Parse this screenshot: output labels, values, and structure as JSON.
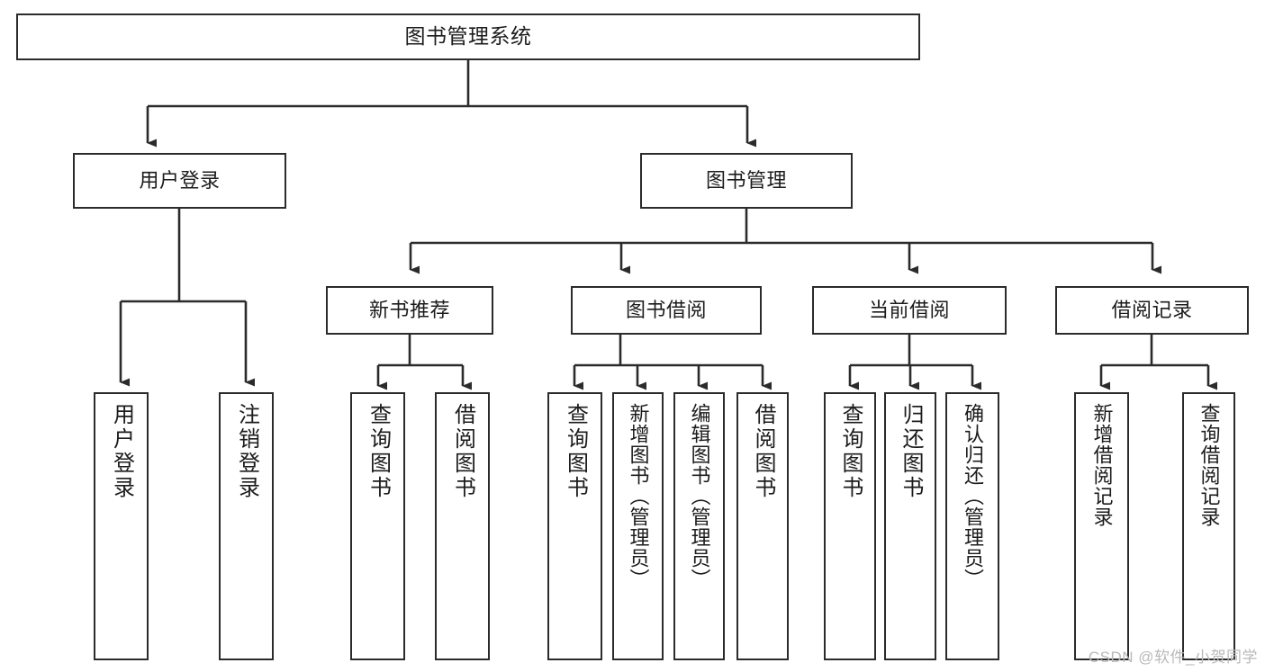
{
  "diagram": {
    "type": "tree-hierarchy",
    "title": "图书管理系统",
    "root": {
      "id": "root",
      "label": "图书管理系统",
      "orientation": "horizontal"
    },
    "level2": [
      {
        "id": "user-login",
        "label": "用户登录",
        "orientation": "horizontal"
      },
      {
        "id": "book-manage",
        "label": "图书管理",
        "orientation": "horizontal"
      }
    ],
    "level3": [
      {
        "id": "new-book-rec",
        "label": "新书推荐",
        "orientation": "horizontal",
        "parent": "book-manage"
      },
      {
        "id": "book-borrow",
        "label": "图书借阅",
        "orientation": "horizontal",
        "parent": "book-manage"
      },
      {
        "id": "current-borrow",
        "label": "当前借阅",
        "orientation": "horizontal",
        "parent": "book-manage"
      },
      {
        "id": "borrow-record",
        "label": "借阅记录",
        "orientation": "horizontal",
        "parent": "book-manage"
      }
    ],
    "leaves": [
      {
        "id": "leaf-user-login",
        "label": "用户登录",
        "parent": "user-login",
        "orientation": "vertical"
      },
      {
        "id": "leaf-user-logout",
        "label": "注销登录",
        "parent": "user-login",
        "orientation": "vertical"
      },
      {
        "id": "leaf-query-book-1",
        "label": "查询图书",
        "parent": "new-book-rec",
        "orientation": "vertical"
      },
      {
        "id": "leaf-borrow-book-1",
        "label": "借阅图书",
        "parent": "new-book-rec",
        "orientation": "vertical"
      },
      {
        "id": "leaf-query-book-2",
        "label": "查询图书",
        "parent": "book-borrow",
        "orientation": "vertical"
      },
      {
        "id": "leaf-add-book",
        "label": "新增图书（管理员）",
        "parent": "book-borrow",
        "orientation": "vertical"
      },
      {
        "id": "leaf-edit-book",
        "label": "编辑图书（管理员）",
        "parent": "book-borrow",
        "orientation": "vertical"
      },
      {
        "id": "leaf-borrow-book-2",
        "label": "借阅图书",
        "parent": "book-borrow",
        "orientation": "vertical"
      },
      {
        "id": "leaf-query-book-3",
        "label": "查询图书",
        "parent": "current-borrow",
        "orientation": "vertical"
      },
      {
        "id": "leaf-return-book",
        "label": "归还图书",
        "parent": "current-borrow",
        "orientation": "vertical"
      },
      {
        "id": "leaf-confirm-return",
        "label": "确认归还（管理员）",
        "parent": "current-borrow",
        "orientation": "vertical"
      },
      {
        "id": "leaf-add-record",
        "label": "新增借阅记录",
        "parent": "borrow-record",
        "orientation": "vertical"
      },
      {
        "id": "leaf-query-record",
        "label": "查询借阅记录",
        "parent": "borrow-record",
        "orientation": "vertical"
      }
    ],
    "colors": {
      "stroke": "#2b2b2b",
      "fill": "#ffffff",
      "text": "#1c1c1c",
      "watermark": "#b9b9b9"
    }
  },
  "watermark": {
    "text": "CSDN @软件_小贺同学"
  }
}
